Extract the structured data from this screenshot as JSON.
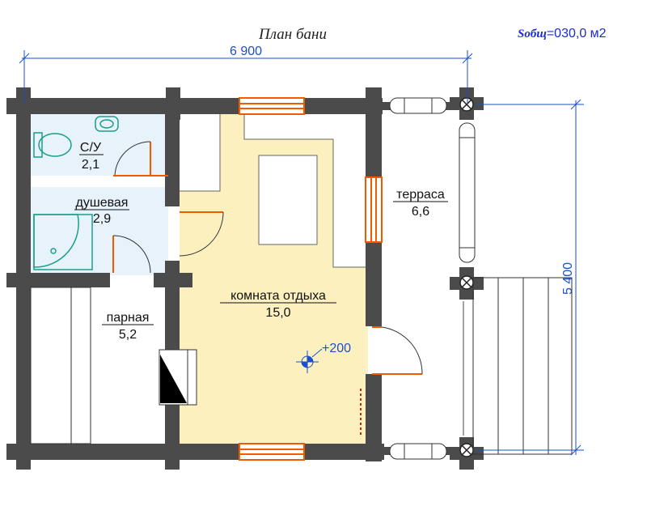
{
  "title": "План бани",
  "total_area": {
    "label": "Sобщ",
    "value": "=030,0 м2"
  },
  "dimensions": {
    "width": "6 900",
    "depth": "5 400"
  },
  "rooms": [
    {
      "name": "С/У",
      "area": "2,1"
    },
    {
      "name": "душевая",
      "area": "2,9"
    },
    {
      "name": "терраса",
      "area": "6,6"
    },
    {
      "name": "парная",
      "area": "5,2"
    },
    {
      "name": "комната отдыха",
      "area": "15,0"
    }
  ],
  "level_mark": "+200",
  "colors": {
    "wall": "#4b4b4b",
    "rest_room_fill": "#fdf0bf",
    "wet_zone_fill": "#e7f2fb",
    "window_door": "#f25a00",
    "fixtures": "#18a08a",
    "dimension": "#1a4fd0"
  }
}
